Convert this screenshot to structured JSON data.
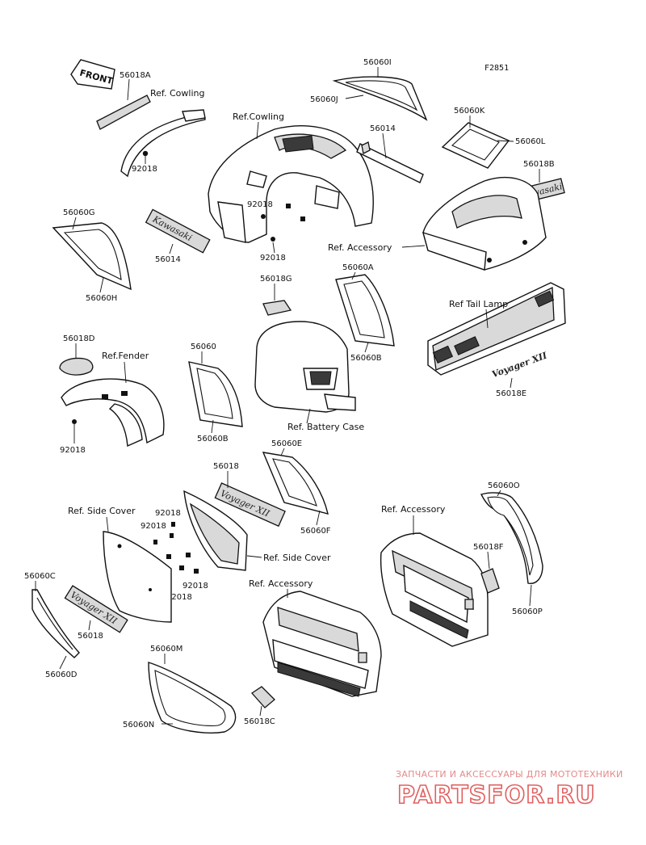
{
  "figure_code": "F2851",
  "watermark": {
    "line1": "ЗАПЧАСТИ И АКСЕССУАРЫ ДЛЯ МОТОТЕХНИКИ",
    "line2": "PARTSFOR.RU"
  },
  "parts": {
    "p56018A": "56018A",
    "p56060I": "56060I",
    "p56060J": "56060J",
    "p56014a": "56014",
    "p56014b": "56014",
    "p56060K": "56060K",
    "p56060L": "56060L",
    "p56018B": "56018B",
    "p92018a": "92018",
    "p92018b": "92018",
    "p92018c": "92018",
    "p92018d": "92018",
    "p92018e": "92018",
    "p92018f": "92018",
    "p92018g": "92018",
    "p92018h": "92018",
    "p56060G": "56060G",
    "p56060H": "56060H",
    "p56018G": "56018G",
    "p56060A": "56060A",
    "p56060B_right": "56060B",
    "p56018D": "56018D",
    "p56060": "56060",
    "p56060B_left": "56060B",
    "p56018E": "56018E",
    "p56060E": "56060E",
    "p56060F": "56060F",
    "p56018": "56018",
    "p56018_lower": "56018",
    "p56060O": "56060O",
    "p56018F": "56018F",
    "p56060P": "56060P",
    "p56060C": "56060C",
    "p56060D": "56060D",
    "p56060M": "56060M",
    "p56060N": "56060N",
    "p56018C": "56018C"
  },
  "refs": {
    "cowling_small": "Ref. Cowling",
    "cowling_main": "Ref.Cowling",
    "accessory_top": "Ref. Accessory",
    "tail_lamp": "Ref  Tail Lamp",
    "fender": "Ref.Fender",
    "battery_case": "Ref. Battery Case",
    "side_cover_left": "Ref. Side Cover",
    "side_cover_right": "Ref. Side Cover",
    "accessory_right": "Ref. Accessory",
    "accessory_bottom": "Ref. Accessory"
  },
  "markings": {
    "front_arrow": "FRONT",
    "kawasaki": "Kawasaki",
    "voyager": "Voyager XII"
  }
}
